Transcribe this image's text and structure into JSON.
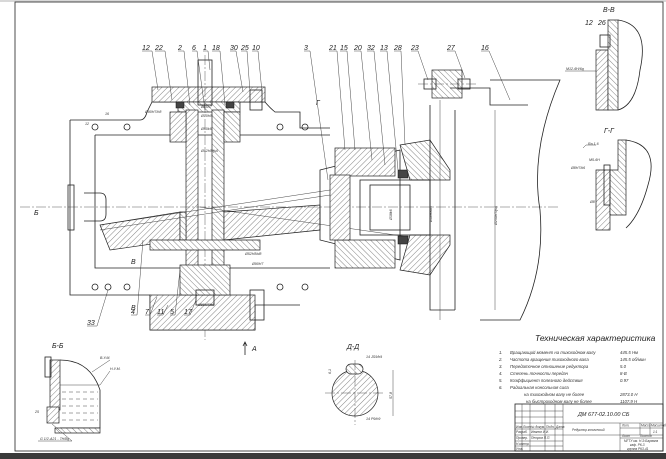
{
  "drawing": {
    "callouts": {
      "top": [
        "12",
        "22",
        "2",
        "6",
        "1",
        "18",
        "30",
        "25",
        "10",
        "3",
        "21",
        "15",
        "20",
        "32",
        "13",
        "28",
        "23",
        "27",
        "16"
      ],
      "bottom": [
        "33",
        "4",
        "7",
        "11",
        "5",
        "17"
      ]
    },
    "section_labels": {
      "vv": "В-В",
      "gg": "Г-Г",
      "bb": "Б-Б",
      "dd": "Д-Д",
      "cut_b": "Б",
      "cut_v": "В",
      "cut_g": "Г",
      "cut_a": "А"
    },
    "dimensions": {
      "d_top1": "Ø55h7",
      "d_top2": "Ø70H8",
      "d_shaft": "Ø50k6",
      "d_housing": "Ø90H7/h8",
      "d_hub": "Ø52H8/js6",
      "d_bottom1": "Ø52H8/d8",
      "d_bottom2": "Ø90H7",
      "d_bottom3": "Ø90H7/h8",
      "d_out1": "Ø38k6",
      "d_out2": "Ø48H8/k6",
      "d_flange": "Ø250H7/js6",
      "dim_16": "16",
      "dim_12": "12",
      "vv_thread": "M12-6H/6g",
      "gg_ra": "Ra 1,6",
      "gg_thread": "M5-6H",
      "gg_fit": "Ø8H7/k6",
      "gg_d8": "Ø8",
      "bb_level_top": "В.У.М.",
      "bb_level_bottom": "Н.У.М.",
      "bb_plug": "G 1/2-A21 - 7H/8g",
      "bb_dim": "25",
      "dd_key_top": "14 JS9/h9",
      "dd_key_bottom": "14 P9/h9",
      "dd_depth": "6,1",
      "dd_total": "57,8"
    }
  },
  "tech_spec": {
    "title": "Техническая характеристика",
    "items": [
      {
        "n": "1.",
        "text": "Вращающий момент на тихоходном валу",
        "value": "445.5 Нм"
      },
      {
        "n": "2.",
        "text": "Частота вращения тихоходного вала",
        "value": "145.5 об/мин"
      },
      {
        "n": "3.",
        "text": "Передаточное отношение редуктора",
        "value": "5.0"
      },
      {
        "n": "4.",
        "text": "Степень точности передач",
        "value": "8-В"
      },
      {
        "n": "5.",
        "text": "Коэффициент полезного действия",
        "value": "0.97"
      },
      {
        "n": "6.",
        "text": "Радиальная консольная сила",
        "value": ""
      }
    ],
    "subitems": [
      {
        "text": "на тихоходном валу не более",
        "value": "2873.0 Н"
      },
      {
        "text": "на быстроходном валу не более",
        "value": "1107.9 Н"
      }
    ]
  },
  "title_block": {
    "doc_number": "ДМ 677-02.10.00 СБ",
    "name": "Редуктор конический",
    "sheet_label_lit": "Лит.",
    "sheet_label_mass": "Масса",
    "sheet_label_scale": "Масштаб",
    "scale": "1:1",
    "sheet": "Лист",
    "sheets": "Листов",
    "org_lines": [
      "МГТУ им. Н.Э.Баумана",
      "каф. РК-3",
      "группа РК3-41"
    ],
    "rows": [
      "Изм.",
      "Лист",
      "№ докум.",
      "Подп.",
      "Дата",
      "Разраб.",
      "Провер.",
      "Т.контр.",
      "Н.контр.",
      "Утв."
    ],
    "names": [
      "Иванов И.И.",
      "Петров П.П."
    ]
  }
}
